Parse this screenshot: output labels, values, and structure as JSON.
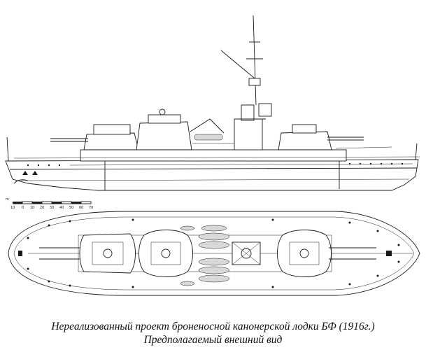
{
  "scale_bar": {
    "unit_label": "m",
    "ticks": [
      "10",
      "0",
      "10",
      "20",
      "30",
      "40",
      "50",
      "60",
      "70"
    ]
  },
  "caption": {
    "title": "Нереализованный проект броненосной канонерской лодки БФ (1916г.)",
    "subtitle": "Предполагаемый внешний вид"
  },
  "drawing": {
    "views": [
      "side-elevation",
      "deck-plan"
    ],
    "line_color": "#1a1a1a",
    "background_color": "#ffffff"
  }
}
